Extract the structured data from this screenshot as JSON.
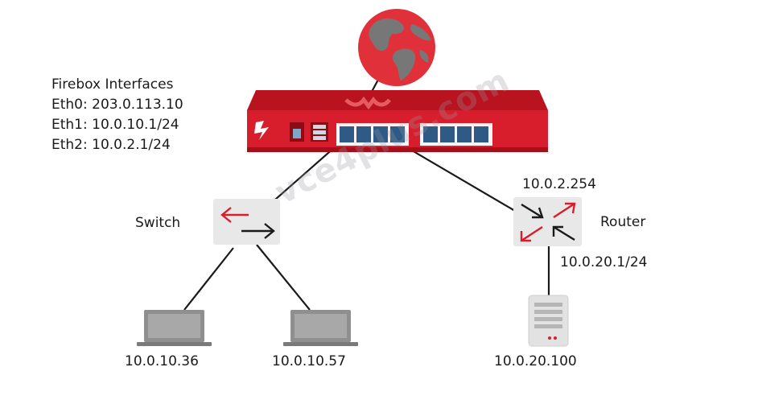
{
  "firebox_info": {
    "title": "Firebox Interfaces",
    "eth0": "Eth0: 203.0.113.10",
    "eth1": "Eth1: 10.0.10.1/24",
    "eth2": "Eth2: 10.0.2.1/24"
  },
  "labels": {
    "switch": "Switch",
    "router": "Router",
    "router_upper_ip": "10.0.2.254",
    "router_lower_ip": "10.0.20.1/24",
    "laptop_left_ip": "10.0.10.36",
    "laptop_right_ip": "10.0.10.57",
    "server_ip": "10.0.20.100"
  },
  "watermark": "vce4plus.com",
  "icons": {
    "internet": "globe-icon",
    "firewall": "firebox-appliance-icon",
    "switch": "switch-icon",
    "router": "router-icon",
    "laptop": "laptop-icon",
    "server": "server-icon"
  },
  "colors": {
    "brand_red": "#d81e2c",
    "device_gray": "#e6e6e6",
    "link": "#1a1a1a"
  }
}
